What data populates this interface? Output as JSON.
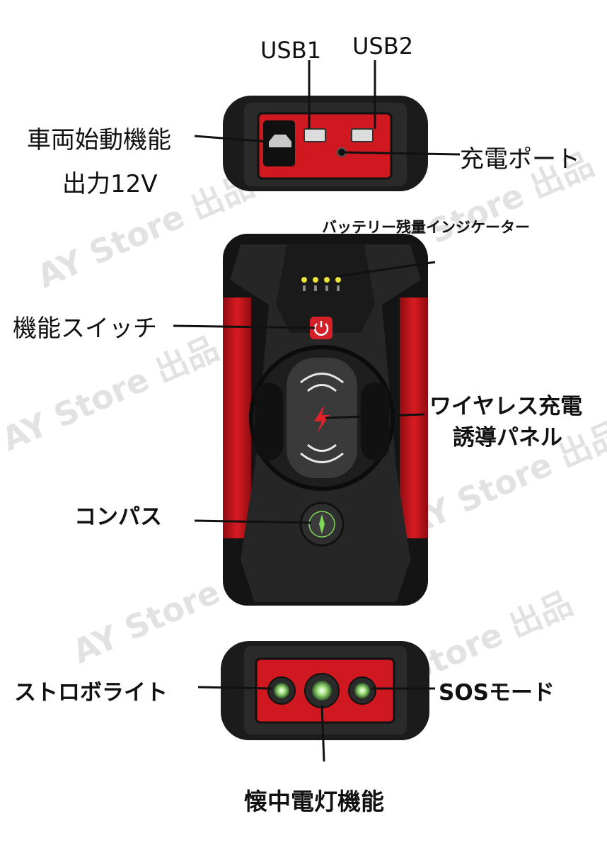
{
  "labels": {
    "usb1": "USB1",
    "usb2": "USB2",
    "car_start": "車両始動機能",
    "output": "出力12V",
    "charge_port": "充電ポート",
    "battery_indicator": "バッテリー残量インジケーター",
    "function_switch": "機能スイッチ",
    "wireless_line1": "ワイヤレス充電",
    "wireless_line2": "誘導パネル",
    "compass": "コンパス",
    "strobe": "ストロボライト",
    "sos": "SOSモード",
    "flashlight": "懐中電灯機能"
  },
  "watermark": "AY Store 出品",
  "colors": {
    "body_red": "#c8141c",
    "body_dark": "#2a2a2a",
    "body_black": "#151515",
    "led_yellow": "#e8e23a",
    "led_green": "#7ed957"
  },
  "icons": [
    "car-icon",
    "power-icon",
    "wireless-icon",
    "bolt-icon",
    "compass-icon",
    "led-icon"
  ]
}
